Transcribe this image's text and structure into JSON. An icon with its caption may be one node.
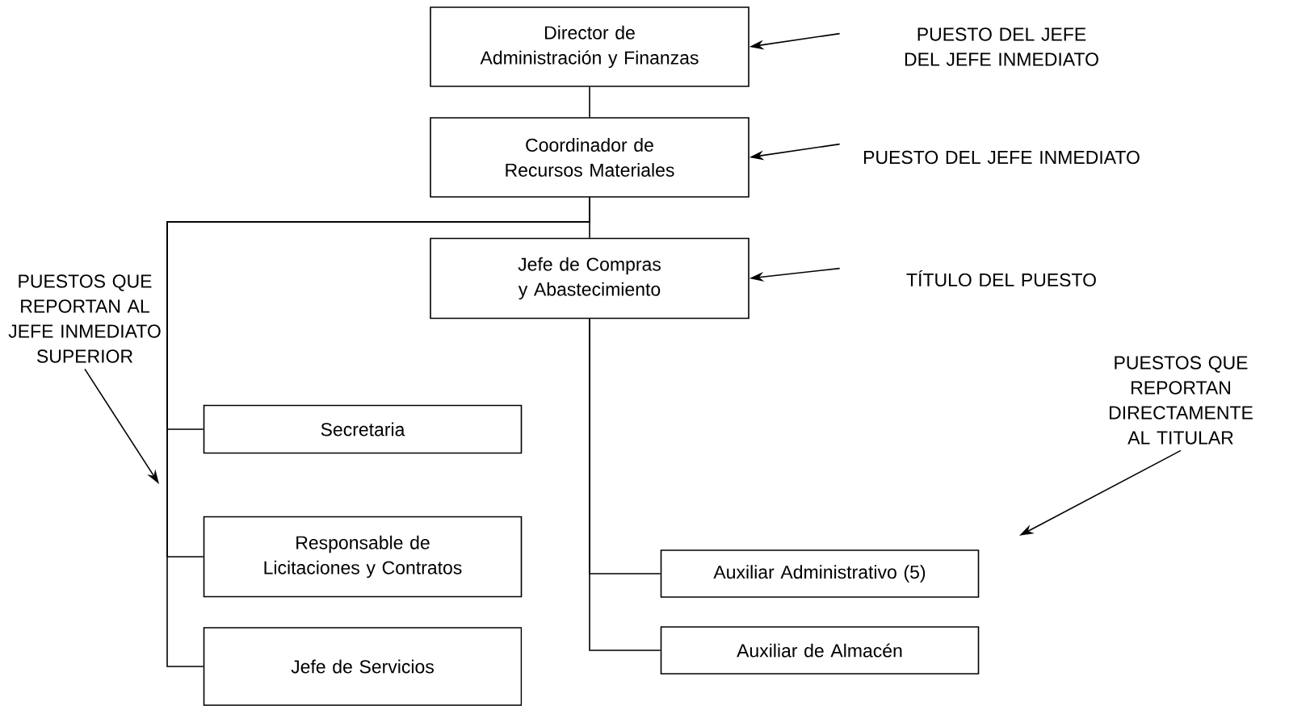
{
  "diagram": {
    "nodes": [
      {
        "text": [
          "Director de Administración y Finanzas"
        ]
      },
      {
        "text": [
          "Coordinador de Recursos Materiales"
        ]
      },
      {
        "text": [
          "Jefe de Compras y Abastecimiento"
        ]
      },
      {
        "text": [
          "Secretaria"
        ]
      },
      {
        "text": [
          "Responsable de Licitaciones y Contratos"
        ]
      },
      {
        "text": [
          "Jefe de Servicios"
        ]
      },
      {
        "text": [
          "Auxiliar Administrativo (5)"
        ]
      },
      {
        "text": [
          "Auxiliar de Almacén"
        ]
      },
      {
        "text": [
          "PUESTO DEL JEFE DEL JEFE INMEDIATO"
        ]
      },
      {
        "text": [
          "PUESTO DEL JEFE INMEDIATO"
        ]
      },
      {
        "text": [
          "TÍTULO DEL PUESTO"
        ]
      },
      {
        "text": [
          "PUESTOS QUE REPORTAN AL JEFE INMEDIATO SUPERIOR"
        ]
      },
      {
        "text": [
          "PUESTOS QUE REPORTAN DIRECTAMENTE AL TITULAR"
        ]
      }
    ],
    "edges": [
      {
        "from": 0,
        "to": 1,
        "arrow": "none"
      },
      {
        "from": 1,
        "to": 2,
        "arrow": "none"
      },
      {
        "from": 1,
        "to": 3,
        "arrow": "none"
      },
      {
        "from": 1,
        "to": 4,
        "arrow": "none"
      },
      {
        "from": 1,
        "to": 5,
        "arrow": "none"
      },
      {
        "from": 2,
        "to": 6,
        "arrow": "none"
      },
      {
        "from": 2,
        "to": 7,
        "arrow": "none"
      },
      {
        "from": 8,
        "to": 0,
        "arrow": "to"
      },
      {
        "from": 9,
        "to": 1,
        "arrow": "to"
      },
      {
        "from": 10,
        "to": 2,
        "arrow": "to"
      },
      {
        "from": 11,
        "to": null,
        "arrow": "to"
      },
      {
        "from": 12,
        "to": null,
        "arrow": "to"
      }
    ]
  }
}
